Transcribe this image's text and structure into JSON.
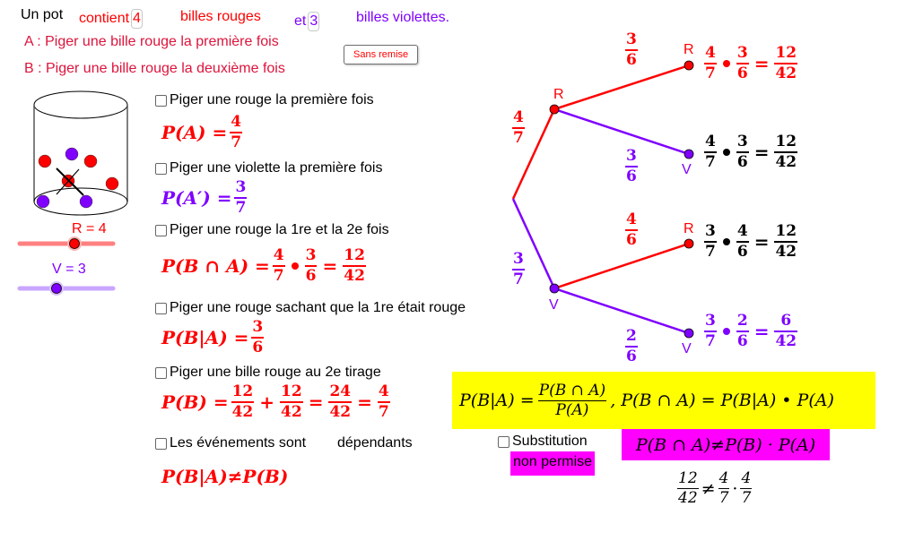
{
  "header": {
    "un_pot": "Un pot",
    "contient": "contient",
    "red_count_input": "4",
    "billes_rouges": "billes rouges",
    "et": "et",
    "violet_count_input": "3",
    "billes_violettes": "billes violettes.",
    "event_a": "A : Piger une bille rouge la première fois",
    "event_b": "B : Piger une bille rouge la deuxième fois",
    "sans_remise_button": "Sans remise"
  },
  "pot": {
    "red_marbles": 4,
    "violet_marbles": 3
  },
  "sliders": {
    "r_label": "R = 4",
    "r_value": 4,
    "v_label": "V = 3",
    "v_value": 3
  },
  "colors": {
    "red": "#ff0000",
    "crimson": "#dc143c",
    "violet": "#7f00ff",
    "highlight_yellow": "#ffff00",
    "highlight_magenta": "#ff00ff"
  },
  "checklist": [
    {
      "label": "Piger une rouge la première fois",
      "formula": {
        "lhs": "P(A) =",
        "frac": [
          "4",
          "7"
        ]
      }
    },
    {
      "label": "Piger une violette la première fois",
      "formula": {
        "lhs": "P(A′) =",
        "frac": [
          "3",
          "7"
        ]
      }
    },
    {
      "label": "Piger une rouge la 1re et la 2e fois",
      "formula": {
        "lhs": "P(B ∩ A) =",
        "f1": [
          "4",
          "7"
        ],
        "f2": [
          "3",
          "6"
        ],
        "eq": "=",
        "f3": [
          "12",
          "42"
        ]
      }
    },
    {
      "label": "Piger une rouge sachant que la 1re était rouge",
      "formula": {
        "lhs": "P(B|A) =",
        "frac": [
          "3",
          "6"
        ]
      }
    },
    {
      "label": "Piger une bille rouge au 2e tirage",
      "formula": {
        "lhs": "P(B) =",
        "f1": [
          "12",
          "42"
        ],
        "plus": "+",
        "f2": [
          "12",
          "42"
        ],
        "eq1": "=",
        "f3": [
          "24",
          "42"
        ],
        "eq2": "=",
        "f4": [
          "4",
          "7"
        ]
      }
    },
    {
      "label": "Les événements sont",
      "extra": "dépendants",
      "formula": {
        "text": "P(B|A)≠P(B)"
      }
    }
  ],
  "tree": {
    "first_level": [
      {
        "label": "R",
        "prob": [
          "4",
          "7"
        ]
      },
      {
        "label": "V",
        "prob": [
          "3",
          "7"
        ]
      }
    ],
    "leaves": [
      {
        "label": "R",
        "branch_prob": [
          "3",
          "6"
        ],
        "product": [
          [
            "4",
            "7"
          ],
          [
            "3",
            "6"
          ],
          [
            "12",
            "42"
          ]
        ]
      },
      {
        "label": "V",
        "branch_prob": [
          "3",
          "6"
        ],
        "product": [
          [
            "4",
            "7"
          ],
          [
            "3",
            "6"
          ],
          [
            "12",
            "42"
          ]
        ]
      },
      {
        "label": "R",
        "branch_prob": [
          "4",
          "6"
        ],
        "product": [
          [
            "3",
            "7"
          ],
          [
            "4",
            "6"
          ],
          [
            "12",
            "42"
          ]
        ]
      },
      {
        "label": "V",
        "branch_prob": [
          "2",
          "6"
        ],
        "product": [
          [
            "3",
            "7"
          ],
          [
            "2",
            "6"
          ],
          [
            "6",
            "42"
          ]
        ]
      }
    ]
  },
  "formula_box": {
    "lhs": "P(B|A) =",
    "frac_num": "P(B ∩ A)",
    "frac_den": "P(A)",
    "rhs": ", P(B ∩ A) = P(B|A) • P(A)"
  },
  "substitution": {
    "checkbox_label": "Substitution",
    "badge": "non permise",
    "inequality": "P(B ∩ A)≠P(B) · P(A)",
    "numeric": {
      "f1": [
        "12",
        "42"
      ],
      "neq": "≠",
      "f2": [
        "4",
        "7"
      ],
      "cdot": "·",
      "f3": [
        "4",
        "7"
      ]
    }
  }
}
